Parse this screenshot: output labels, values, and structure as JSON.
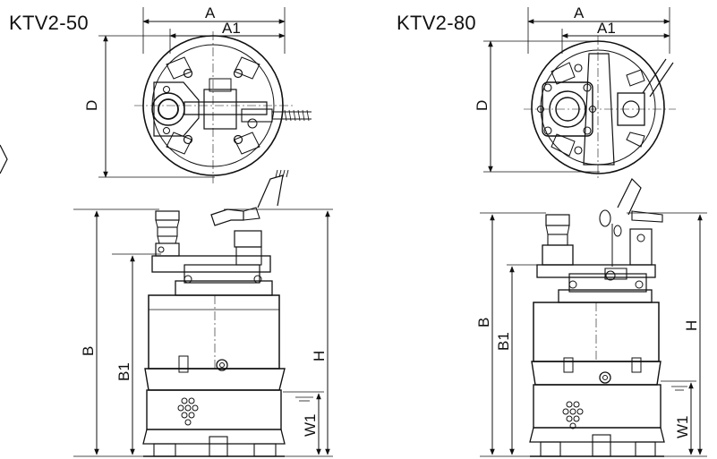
{
  "models": [
    {
      "title": "KTV2-50",
      "top_view": {
        "width_label": "A",
        "offset_width_label": "A1",
        "depth_label": "D"
      },
      "side_view": {
        "overall_height_label": "B",
        "body_height_label": "B1",
        "height_label": "H",
        "water_level_label": "W1"
      }
    },
    {
      "title": "KTV2-80",
      "top_view": {
        "width_label": "A",
        "offset_width_label": "A1",
        "depth_label": "D"
      },
      "side_view": {
        "overall_height_label": "B",
        "body_height_label": "B1",
        "height_label": "H",
        "water_level_label": "W1"
      }
    }
  ]
}
